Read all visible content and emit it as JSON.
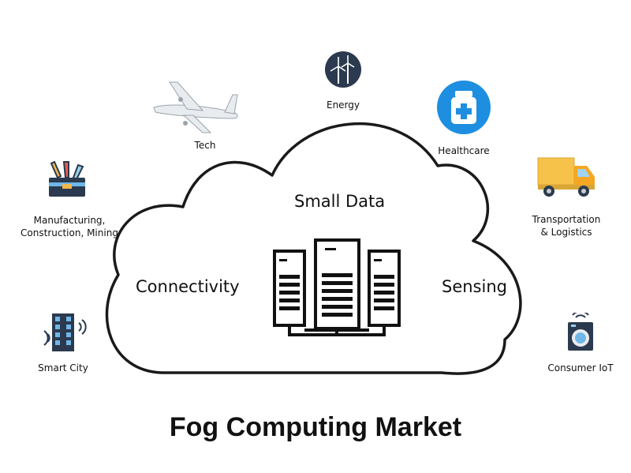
{
  "title": "Fog Computing Market",
  "cloud": {
    "top_label": "Small Data",
    "left_label": "Connectivity",
    "right_label": "Sensing",
    "center_icon": "server-rack-icon"
  },
  "segments": [
    {
      "id": "energy",
      "label": "Energy",
      "icon": "wind-turbine-icon"
    },
    {
      "id": "tech",
      "label": "Tech",
      "icon": "airplane-icon"
    },
    {
      "id": "healthcare",
      "label": "Healthcare",
      "icon": "medicine-bottle-icon"
    },
    {
      "id": "manufacturing",
      "label_lines": [
        "Manufacturing,",
        "Construction, Mining"
      ],
      "icon": "toolbox-icon"
    },
    {
      "id": "transportation",
      "label_lines": [
        "Transportation",
        "& Logistics"
      ],
      "icon": "delivery-truck-icon"
    },
    {
      "id": "smart-city",
      "label": "Smart City",
      "icon": "smart-building-icon"
    },
    {
      "id": "consumer-iot",
      "label": "Consumer IoT",
      "icon": "washing-machine-icon"
    }
  ],
  "colors": {
    "navy": "#2b3a4e",
    "healthcare_blue": "#1e8fe0",
    "truck_yellow": "#f6c24a",
    "cloud_stroke": "#1a1a1a"
  }
}
